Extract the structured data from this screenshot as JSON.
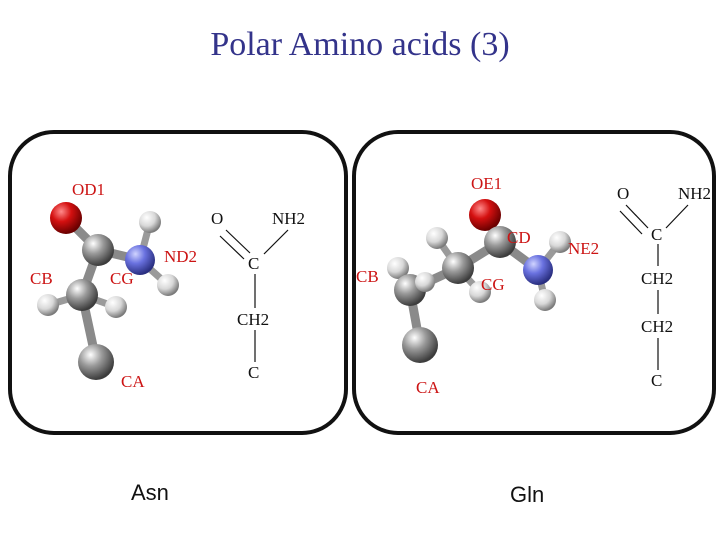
{
  "title": "Polar Amino acids (3)",
  "colors": {
    "title": "#33338a",
    "atom_label": "#cc1414",
    "oxygen": "#cc1414",
    "nitrogen": "#6a72e0",
    "carbon": "#8c8c8c",
    "hydrogen": "#dcdcdc"
  },
  "asn": {
    "caption": "Asn",
    "model_labels": {
      "od1": "OD1",
      "nd2": "ND2",
      "cb": "CB",
      "cg": "CG",
      "ca": "CA"
    },
    "formula": {
      "o": "O",
      "nh2": "NH2",
      "c_top": "C",
      "ch2": "CH2",
      "c_bottom": "C"
    }
  },
  "gln": {
    "caption": "Gln",
    "model_labels": {
      "oe1": "OE1",
      "cd": "CD",
      "ne2": "NE2",
      "cb": "CB",
      "cg": "CG",
      "ca": "CA"
    },
    "formula": {
      "o": "O",
      "nh2": "NH2",
      "c_top": "C",
      "ch2_1": "CH2",
      "ch2_2": "CH2",
      "c_bottom": "C"
    }
  }
}
